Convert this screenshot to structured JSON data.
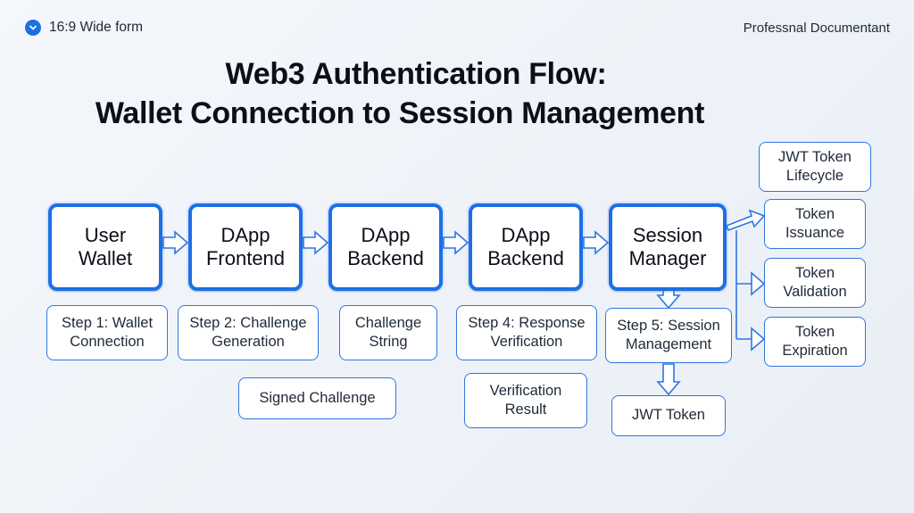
{
  "header": {
    "left_label": "16:9 Wide form",
    "right_label": "Professnal Documentant"
  },
  "title": {
    "line1": "Web3 Authentication Flow:",
    "line2": "Wallet Connection to Session Management"
  },
  "main_nodes": [
    {
      "id": "user-wallet",
      "line1": "User",
      "line2": "Wallet"
    },
    {
      "id": "dapp-frontend",
      "line1": "DApp",
      "line2": "Frontend"
    },
    {
      "id": "dapp-backend-1",
      "line1": "DApp",
      "line2": "Backend"
    },
    {
      "id": "dapp-backend-2",
      "line1": "DApp",
      "line2": "Backend"
    },
    {
      "id": "session-manager",
      "line1": "Session",
      "line2": "Manager"
    }
  ],
  "step_labels": [
    {
      "line1": "Step 1: Wallet",
      "line2": "Connection"
    },
    {
      "line1": "Step 2: Challenge",
      "line2": "Generation"
    },
    {
      "line1": "Challenge",
      "line2": "String"
    },
    {
      "line1": "Step 4: Response",
      "line2": "Verification"
    },
    {
      "line1": "Step 5: Session",
      "line2": "Management"
    }
  ],
  "extra_labels": {
    "signed_challenge": "Signed Challenge",
    "verification_result": {
      "line1": "Verification",
      "line2": "Result"
    },
    "jwt_token": "JWT Token"
  },
  "lifecycle": {
    "header": {
      "line1": "JWT Token",
      "line2": "Lifecycle"
    },
    "items": [
      {
        "line1": "Token",
        "line2": "Issuance"
      },
      {
        "line1": "Token",
        "line2": "Validation"
      },
      {
        "line1": "Token",
        "line2": "Expiration"
      }
    ]
  },
  "colors": {
    "accent": "#1d6fe5",
    "border_light": "#2f76e0",
    "text": "#0b0f19",
    "background": "#eef2f8"
  }
}
